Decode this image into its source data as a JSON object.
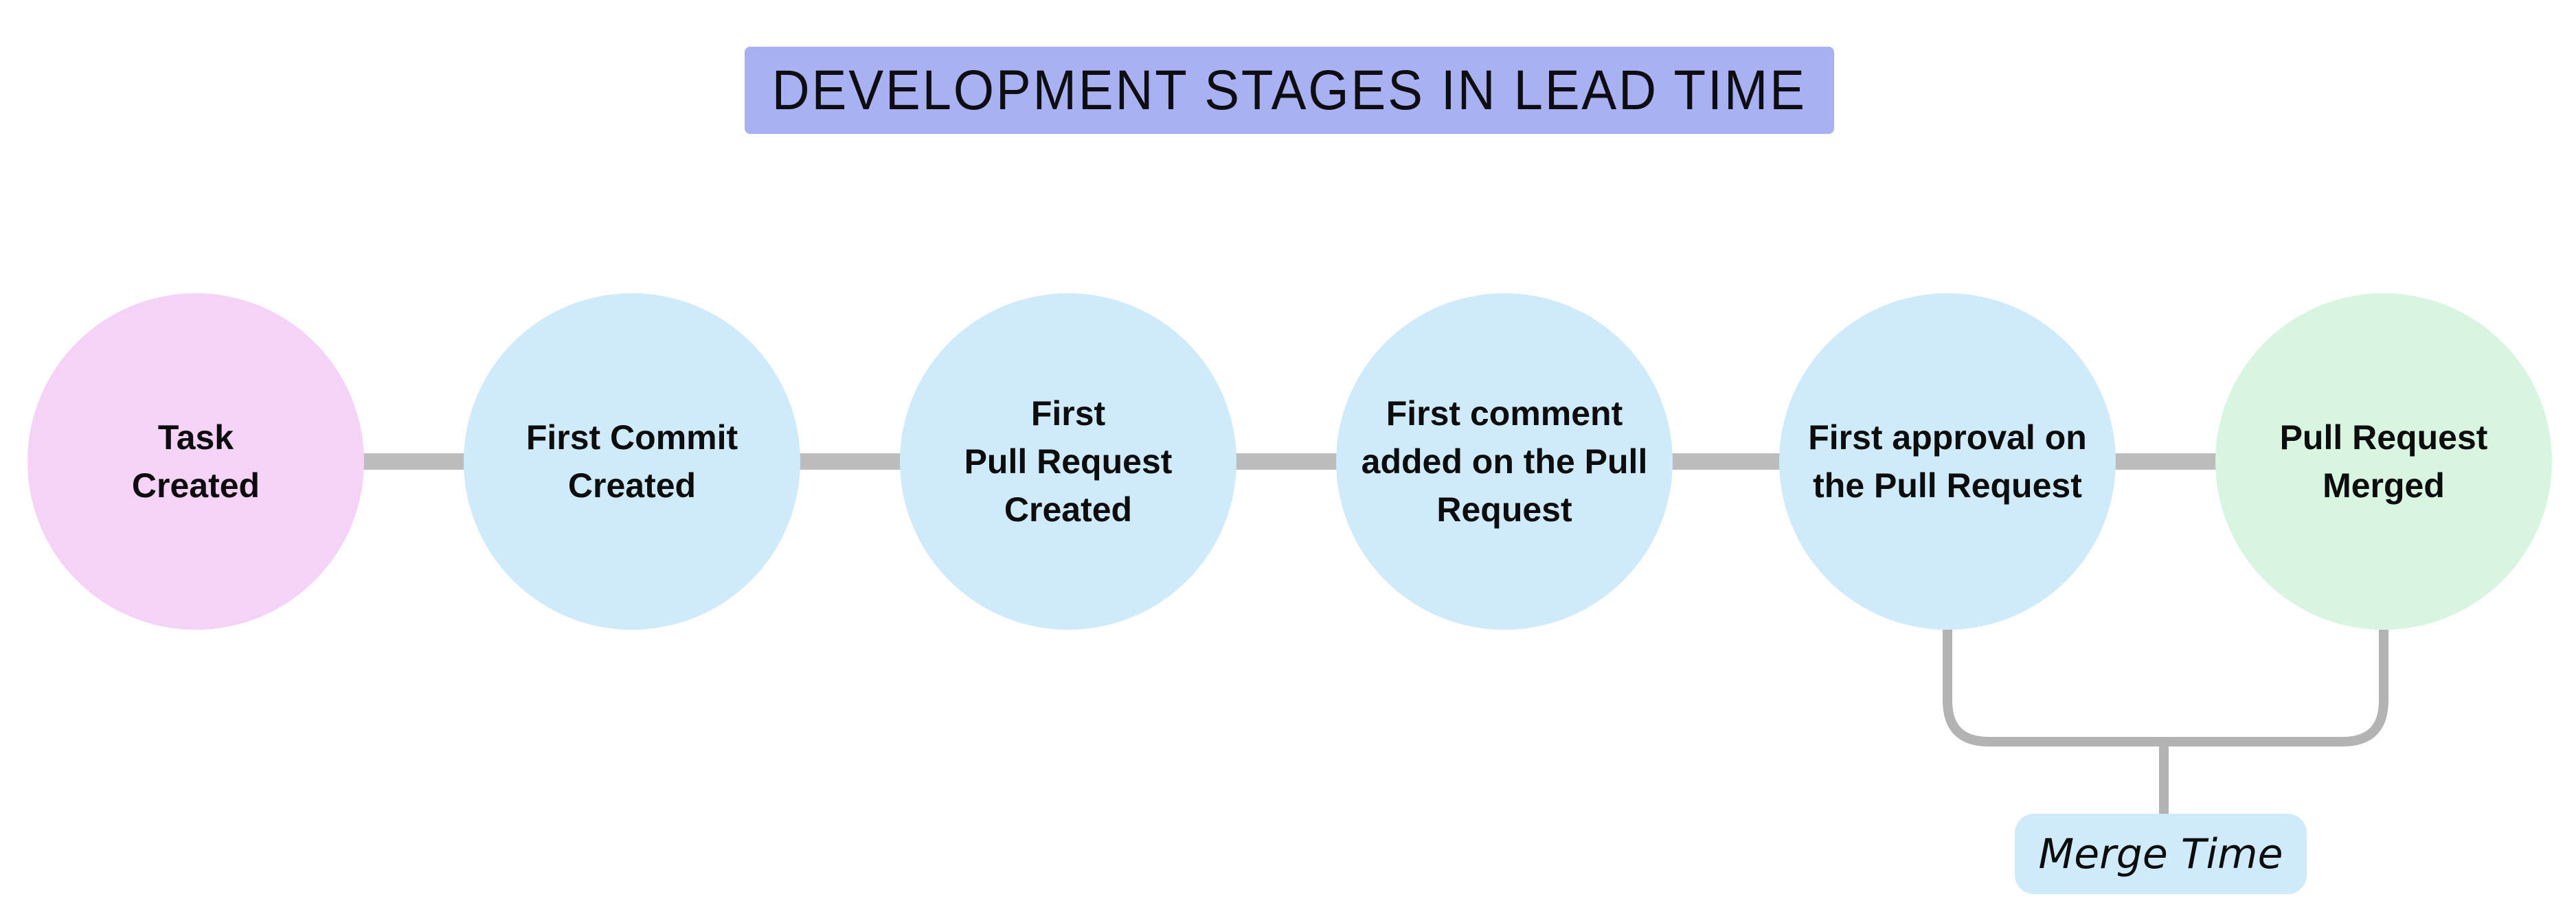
{
  "diagram": {
    "title": "DEVELOPMENT STAGES IN LEAD TIME",
    "stages": [
      {
        "name": "task-created",
        "lines": [
          "Task",
          "Created"
        ],
        "fill": "#f5d2f7"
      },
      {
        "name": "first-commit-created",
        "lines": [
          "First Commit",
          "Created"
        ],
        "fill": "#cfeafb"
      },
      {
        "name": "first-pull-request-created",
        "lines": [
          "First",
          "Pull Request",
          "Created"
        ],
        "fill": "#cfeafb"
      },
      {
        "name": "first-comment-added",
        "lines": [
          "First comment",
          "added on the Pull",
          "Request"
        ],
        "fill": "#cfeafb"
      },
      {
        "name": "first-approval",
        "lines": [
          "First approval on",
          "the Pull Request"
        ],
        "fill": "#cfeafb"
      },
      {
        "name": "pull-request-merged",
        "lines": [
          "Pull Request",
          "Merged"
        ],
        "fill": "#d7f5e1"
      }
    ],
    "annotation": {
      "label": "Merge Time",
      "fill": "#cfeafb"
    },
    "colors": {
      "title_bg": "#a9b1f2",
      "connector": "#bcbcbc",
      "bracket": "#b3b3b3",
      "text": "#0d0d0d"
    }
  }
}
